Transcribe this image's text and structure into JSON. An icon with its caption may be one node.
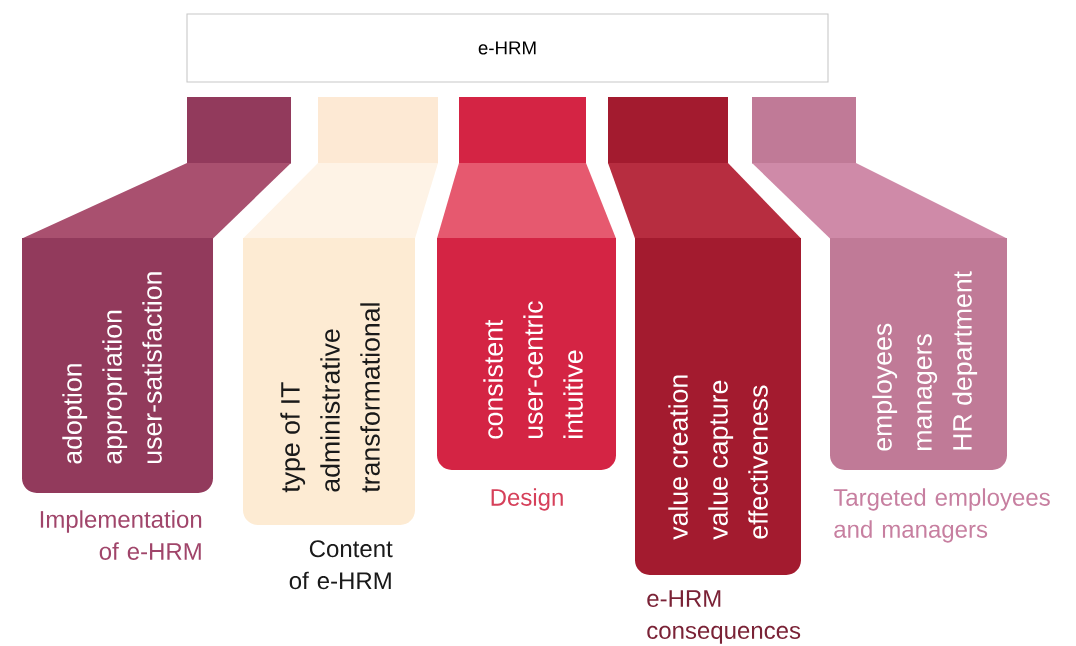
{
  "diagram": {
    "nodes": [
      {
        "text": [
          "e-HRM"
        ]
      },
      {
        "text": [
          "adoption",
          "appropriation",
          "user-satisfaction"
        ],
        "beside": [
          "Implementation of e-HRM"
        ]
      },
      {
        "text": [
          "type of IT",
          "administrative",
          "transformational"
        ],
        "beside": [
          "Content of e-HRM"
        ]
      },
      {
        "text": [
          "consistent",
          "user-centric",
          "intuitive"
        ],
        "beside": [
          "Design"
        ]
      },
      {
        "text": [
          "value creation",
          "value capture",
          "effectiveness"
        ],
        "beside": [
          "e-HRM consequences"
        ]
      },
      {
        "text": [
          "employees",
          "managers",
          "HR department"
        ],
        "beside": [
          "Targeted employees and managers"
        ]
      }
    ]
  }
}
